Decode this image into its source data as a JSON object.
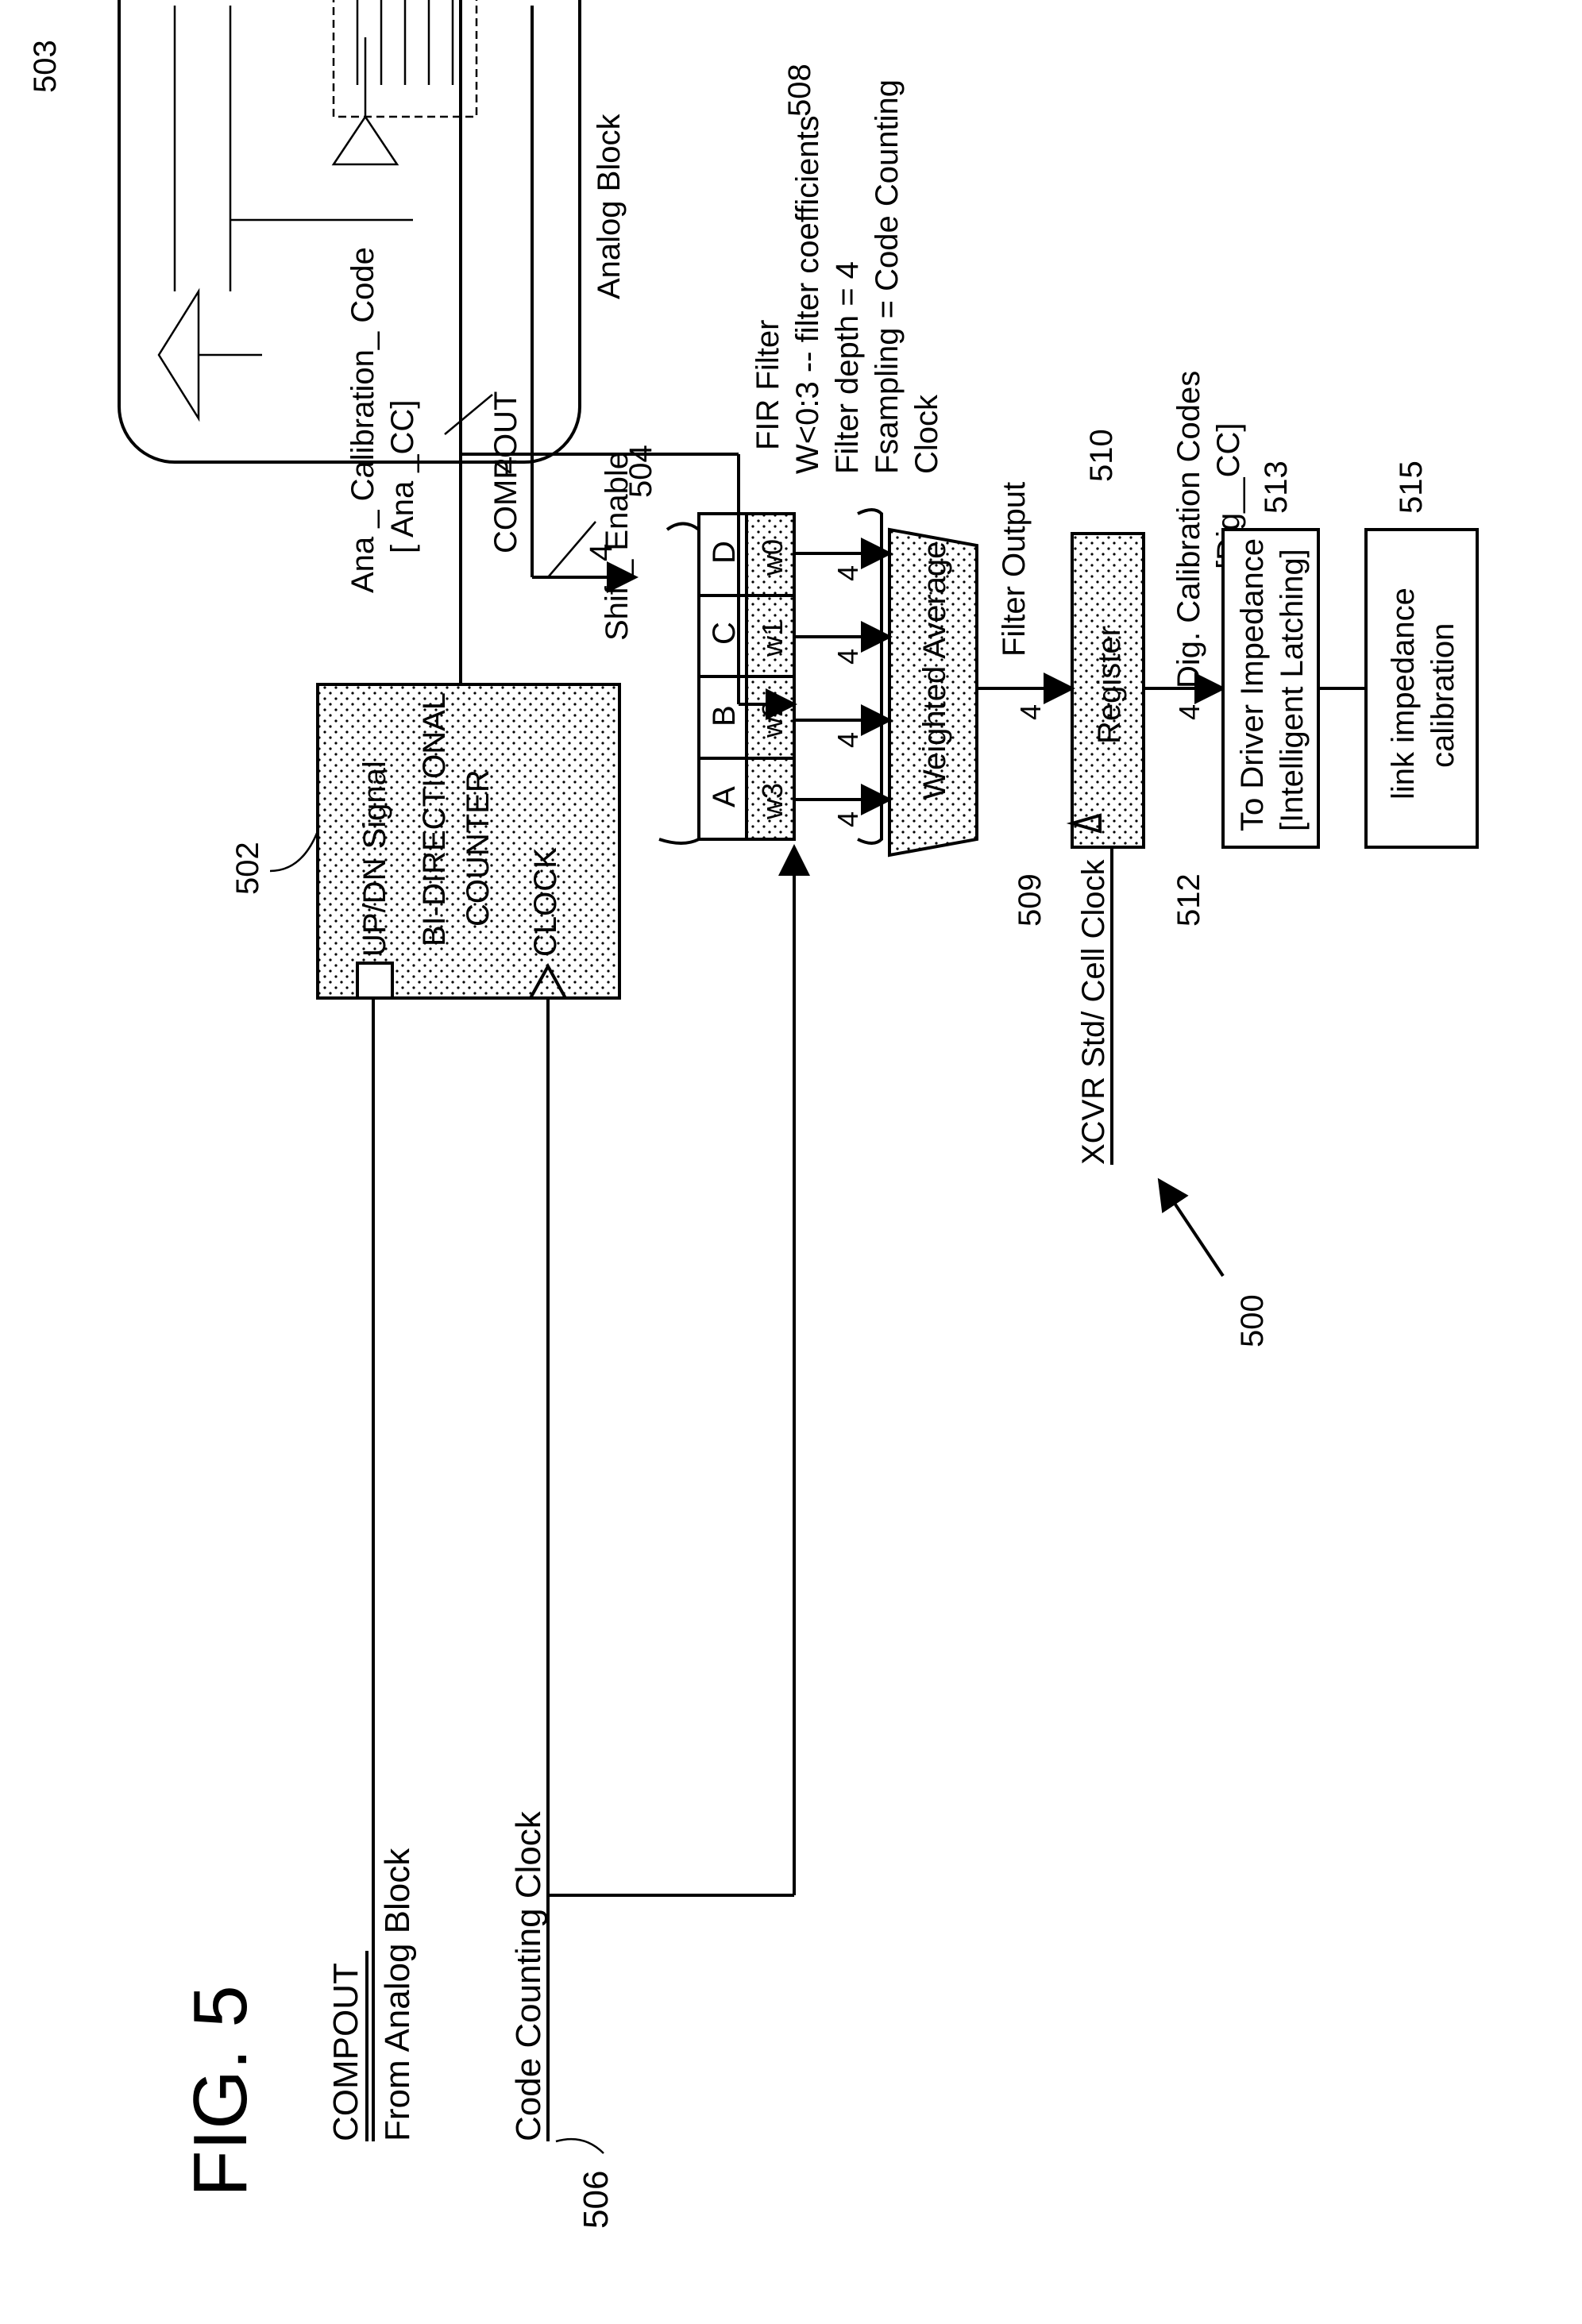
{
  "figure": {
    "title": "FIG. 5",
    "ref_500": "500"
  },
  "inputs": {
    "compout_label": "COMPOUT",
    "compout_source": "From Analog Block",
    "clock_label": "Code Counting Clock",
    "clock_ref": "506",
    "xcvr_clock": "XCVR Std/ Cell Clock"
  },
  "counter": {
    "ref": "502",
    "updn": "UP/DN Signal",
    "line1": "BI-DIRECTIONAL",
    "line2": "COUNTER",
    "clock": "CLOCK"
  },
  "bus": {
    "width": "4",
    "ana_cc_line1": "Ana _ Calibration_ Code",
    "ana_cc_line2": "[ Ana _CC]",
    "compout": "COMPOUT"
  },
  "shift": {
    "label": "Shift_ Enable",
    "ref": "504",
    "cells": [
      "A",
      "B",
      "C",
      "D"
    ],
    "weights": [
      "w3",
      "w2",
      "w1",
      "w0"
    ]
  },
  "fir": {
    "ref": "508",
    "lines": [
      "FIR Filter",
      "W<0:3 -- filter coefficients",
      "Filter depth = 4",
      "Fsampling = Code Counting",
      "Clock"
    ]
  },
  "weighted_average": "Weighted Average",
  "filter_output": {
    "label": "Filter Output",
    "ref": "509"
  },
  "register": {
    "label": "Register",
    "ref": "510"
  },
  "output": {
    "ref_512": "512",
    "dig_line1": "Dig. Calibration Codes",
    "dig_line2": "[Dig__CC]",
    "ref_513": "513",
    "driver_line1": "To Driver Impedance",
    "driver_line2": "[Intelligent Latching]",
    "ref_515": "515",
    "link_line1": "link impedance",
    "link_line2": "calibration"
  },
  "analog": {
    "label": "Analog Block",
    "ref": "503"
  }
}
